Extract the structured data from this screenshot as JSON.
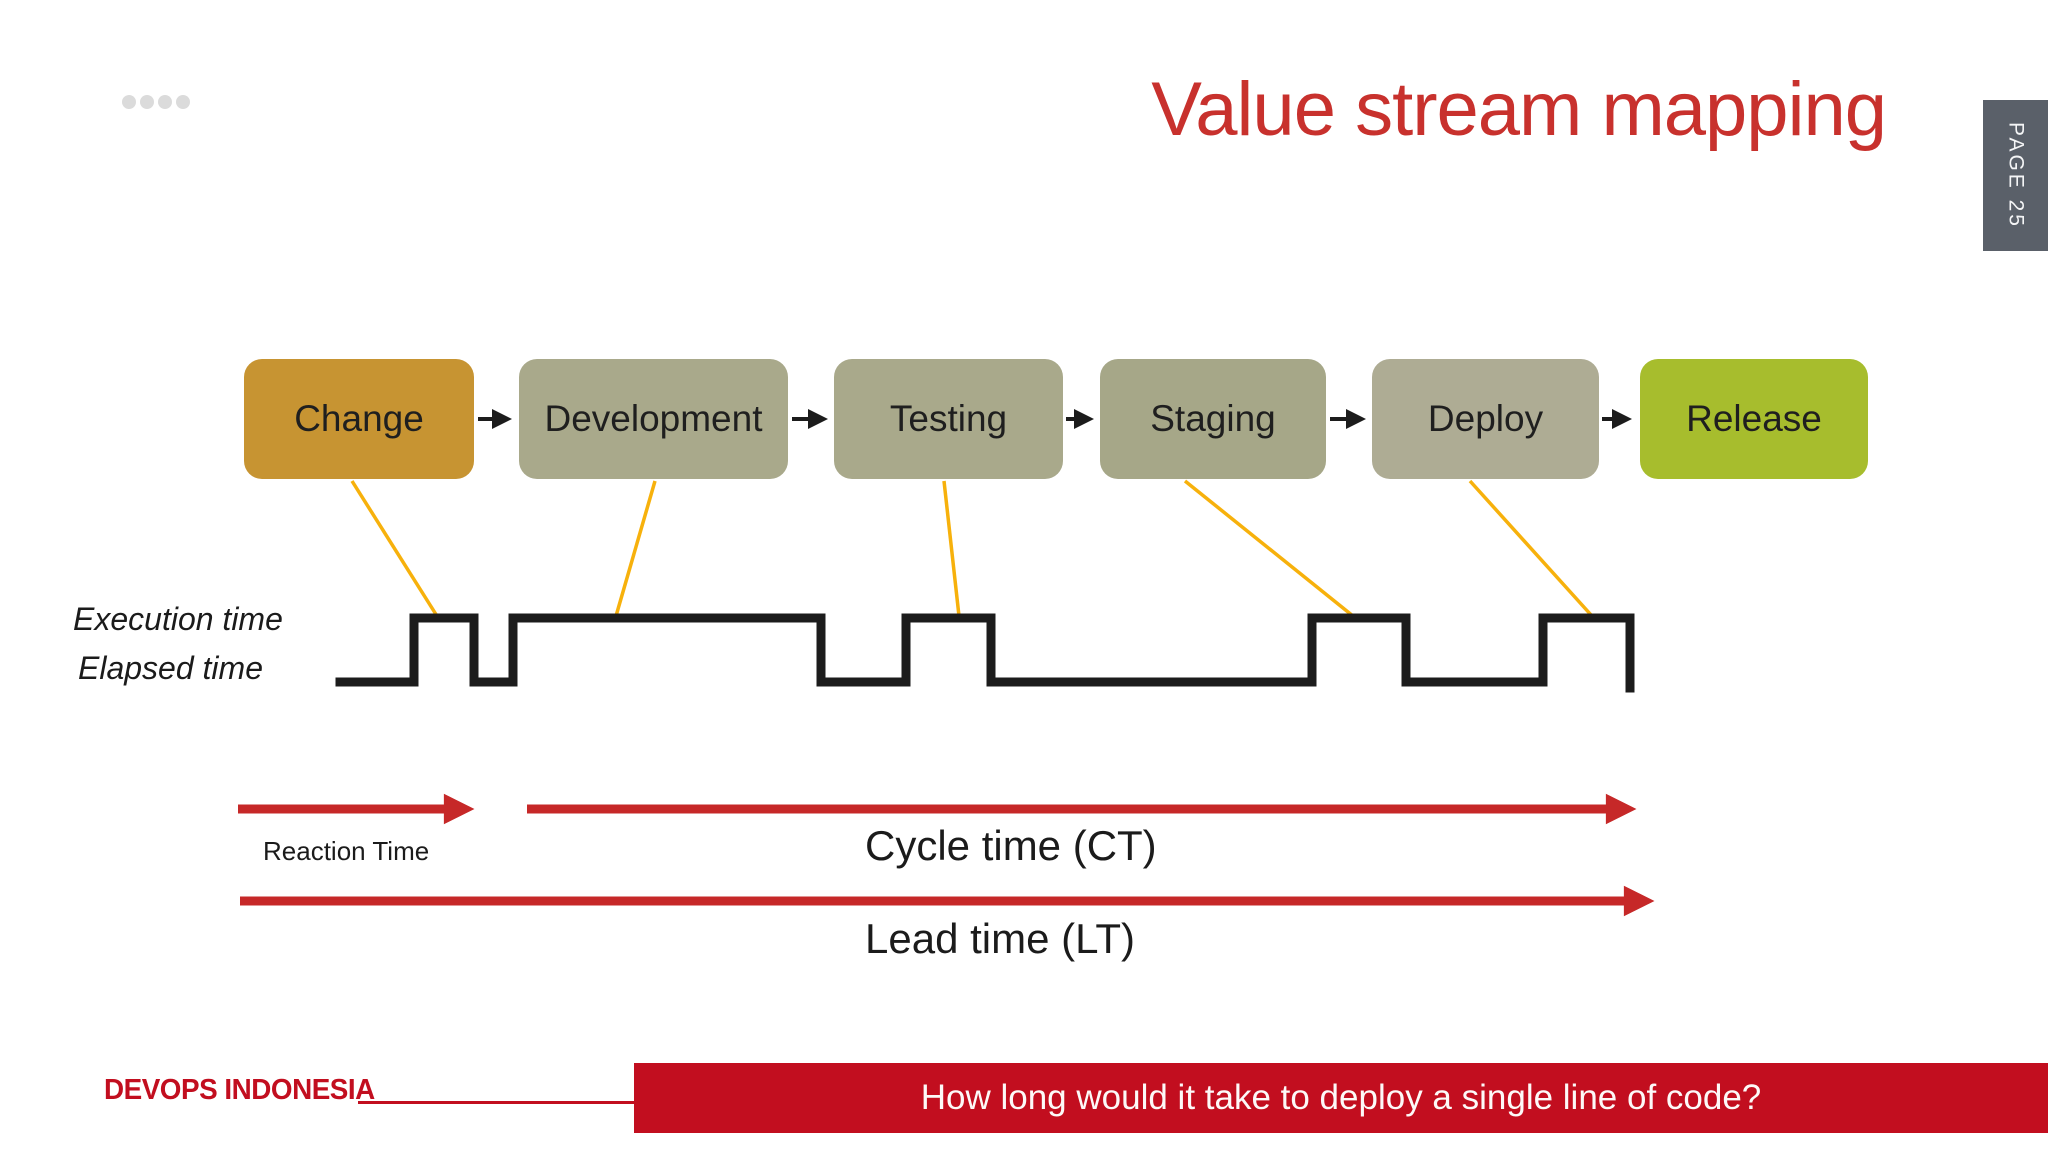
{
  "slide": {
    "title": "Value stream mapping",
    "page_label": "PAGE 25"
  },
  "flow": {
    "boxes": [
      {
        "label": "Change",
        "color": "#C79432"
      },
      {
        "label": "Development",
        "color": "#A9A98B"
      },
      {
        "label": "Testing",
        "color": "#A9A98B"
      },
      {
        "label": "Staging",
        "color": "#A6A788"
      },
      {
        "label": "Deploy",
        "color": "#AEAC94"
      },
      {
        "label": "Release",
        "color": "#A7BD2D"
      }
    ]
  },
  "timeline": {
    "execution_label": "Execution time",
    "elapsed_label": "Elapsed time"
  },
  "metrics": {
    "reaction_label": "Reaction Time",
    "cycle_label": "Cycle time (CT)",
    "lead_label": "Lead time (LT)"
  },
  "footer": {
    "brand": "DEVOPS INDONESIA",
    "question": "How long would it take to deploy a single line of code?"
  },
  "colors": {
    "title_red": "#C8312D",
    "arrow_red": "#C62828",
    "brand_red": "#C20E1F",
    "tab_gray": "#5A6069",
    "connector_yellow": "#F7B10C",
    "wave_black": "#1C1C1C"
  }
}
